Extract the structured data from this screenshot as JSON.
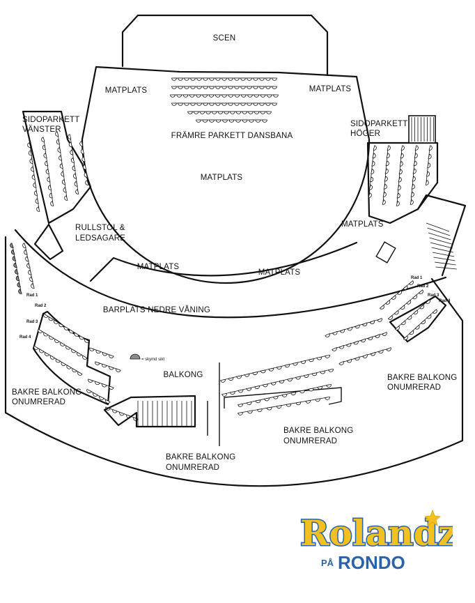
{
  "labels": {
    "scen": "SCEN",
    "matplats_left": "MATPLATS",
    "matplats_right": "MATPLATS",
    "framre_parkett": "FRÄMRE PARKETT DANSBANA",
    "matplats_center": "MATPLATS",
    "sidoparkett_vanster_1": "SIDOPARKETT",
    "sidoparkett_vanster_2": "VÄNSTER",
    "sidoparkett_hoger_1": "SIDOPARKETT",
    "sidoparkett_hoger_2": "HÖGER",
    "rullstol_1": "RULLSTOL &",
    "rullstol_2": "LEDSAGARE",
    "matplats_side_right": "MATPLATS",
    "matplats_lower_left": "MATPLATS",
    "matplats_lower_right": "MATPLATS",
    "barplats": "BARPLATS NEDRE VÅNING",
    "balkong": "BALKONG",
    "bakre_left_1": "BAKRE BALKONG",
    "bakre_left_2": "ONUMRERAD",
    "bakre_center_1": "BAKRE BALKONG",
    "bakre_center_2": "ONUMRERAD",
    "bakre_right_1": "BAKRE BALKONG",
    "bakre_right_2": "ONUMRERAD",
    "bakre_bottom_1": "BAKRE BALKONG",
    "bakre_bottom_2": "ONUMRERAD"
  },
  "rows_left": [
    "Rad 1",
    "Rad 2",
    "Rad 3",
    "Rad 4"
  ],
  "rows_right": [
    "Rad 1",
    "Rad 2",
    "Rad 3",
    "Rad 4"
  ],
  "legend": {
    "text": "= skymd sikt",
    "color": "#8c8c8c"
  },
  "logo": {
    "brand": "Rolandz",
    "pa": "PÅ",
    "venue": "RONDO",
    "primary_color": "#f2c020",
    "outline_color": "#2a63a8"
  }
}
